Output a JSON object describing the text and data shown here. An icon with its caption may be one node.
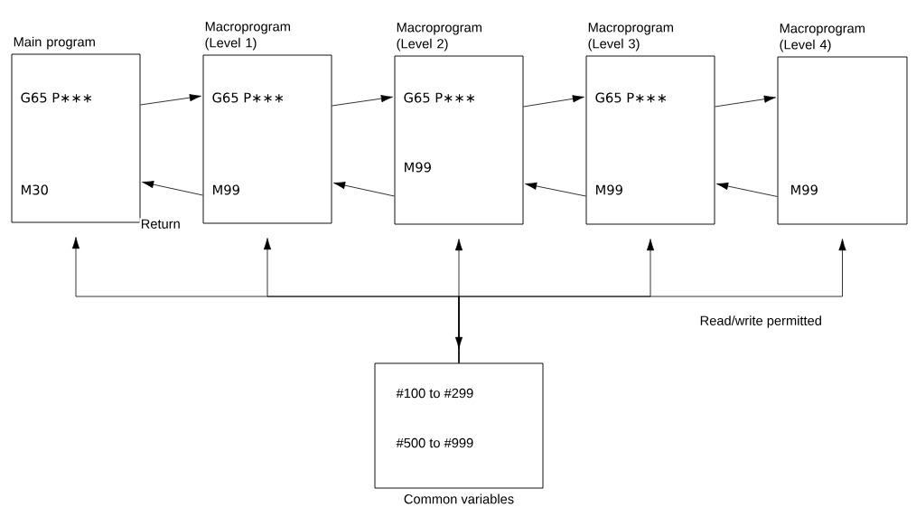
{
  "diagram": {
    "nodes": [
      {
        "text": [
          "Main program",
          "G65 P∗∗∗",
          "M30"
        ]
      },
      {
        "text": [
          "Macroprogram (Level 1)",
          "G65 P∗∗∗",
          "M99"
        ]
      },
      {
        "text": [
          "Macroprogram (Level 2)",
          "G65 P∗∗∗",
          "M99"
        ]
      },
      {
        "text": [
          "Macroprogram (Level 3)",
          "G65 P∗∗∗",
          "M99"
        ]
      },
      {
        "text": [
          "Macroprogram (Level 4)",
          "M99"
        ]
      },
      {
        "text": [
          "#100 to #299",
          "#500 to #999",
          "Common variables"
        ]
      }
    ],
    "edges": [
      {
        "from": 0,
        "to": 1,
        "arrow": "to"
      },
      {
        "from": 1,
        "to": 2,
        "arrow": "to"
      },
      {
        "from": 2,
        "to": 3,
        "arrow": "to"
      },
      {
        "from": 3,
        "to": 4,
        "arrow": "to"
      },
      {
        "from": 1,
        "to": 0,
        "arrow": "to",
        "label": "Return"
      },
      {
        "from": 2,
        "to": 1,
        "arrow": "to"
      },
      {
        "from": 3,
        "to": 2,
        "arrow": "to"
      },
      {
        "from": 4,
        "to": 3,
        "arrow": "to"
      },
      {
        "from": 5,
        "to": 0,
        "arrow": "to"
      },
      {
        "from": 5,
        "to": 1,
        "arrow": "to"
      },
      {
        "from": 5,
        "to": 2,
        "arrow": "both"
      },
      {
        "from": 5,
        "to": 3,
        "arrow": "to"
      },
      {
        "from": 5,
        "to": 4,
        "arrow": "to"
      }
    ],
    "labels": [
      "Read/write permitted"
    ]
  }
}
